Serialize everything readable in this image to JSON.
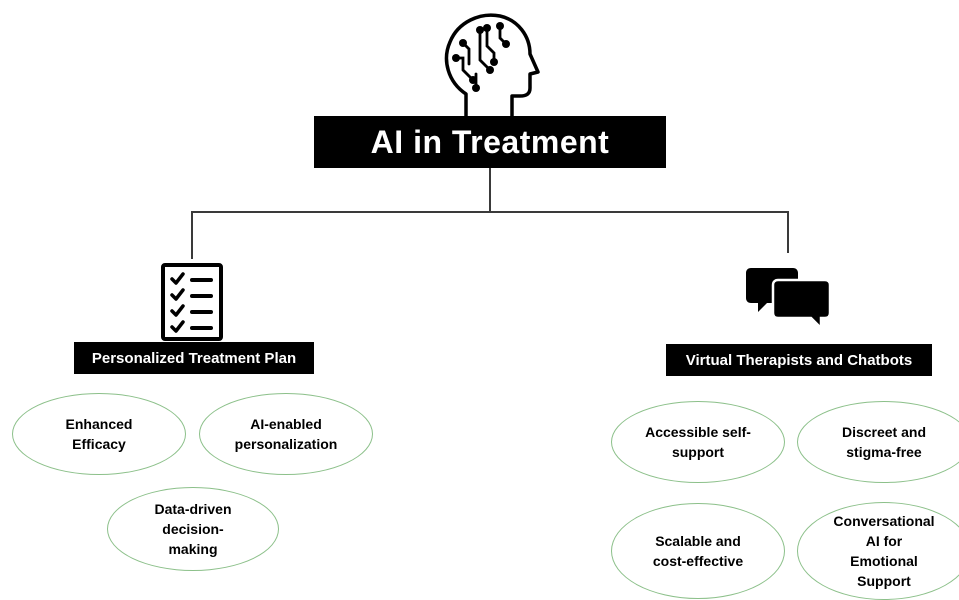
{
  "title": "AI in Treatment",
  "icons": {
    "top": "brain-head-icon",
    "left": "checklist-icon",
    "right": "chat-bubbles-icon"
  },
  "branches": [
    {
      "label": "Personalized Treatment Plan",
      "items": [
        {
          "lines": [
            "Enhanced",
            "Efficacy"
          ]
        },
        {
          "lines": [
            "AI-enabled",
            "personalization"
          ]
        },
        {
          "lines": [
            "Data-driven",
            "decision-",
            "making"
          ]
        }
      ]
    },
    {
      "label": "Virtual Therapists and Chatbots",
      "items": [
        {
          "lines": [
            "Accessible self-",
            "support"
          ]
        },
        {
          "lines": [
            "Discreet and",
            "stigma-free"
          ]
        },
        {
          "lines": [
            "Scalable and",
            "cost-effective"
          ]
        },
        {
          "lines": [
            "Conversational",
            "AI for",
            "Emotional",
            "Support"
          ]
        }
      ]
    }
  ],
  "colors": {
    "box_fill": "#000000",
    "box_text": "#ffffff",
    "oval_border": "#8cc08a",
    "connector": "#3a3a3a"
  }
}
